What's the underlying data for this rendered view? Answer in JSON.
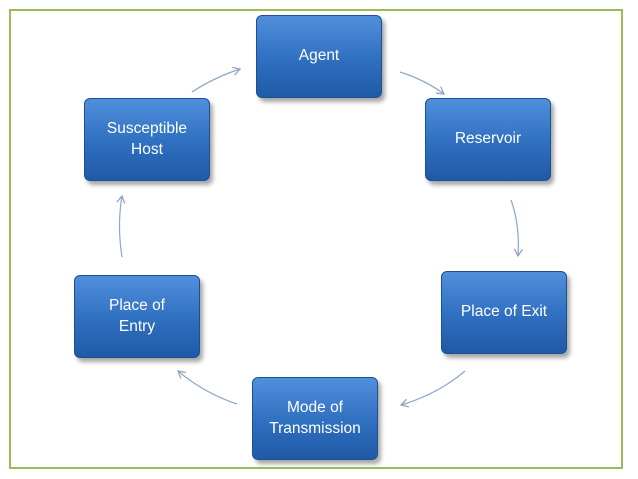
{
  "diagram": {
    "type": "cycle",
    "nodes": [
      {
        "id": "agent",
        "label": "Agent"
      },
      {
        "id": "reservoir",
        "label": "Reservoir"
      },
      {
        "id": "place-of-exit",
        "label": "Place of Exit"
      },
      {
        "id": "mode-of-transmission",
        "label": "Mode of\nTransmission"
      },
      {
        "id": "place-of-entry",
        "label": "Place of\nEntry"
      },
      {
        "id": "susceptible-host",
        "label": "Susceptible\nHost"
      }
    ],
    "edges": [
      {
        "from": "agent",
        "to": "reservoir"
      },
      {
        "from": "reservoir",
        "to": "place-of-exit"
      },
      {
        "from": "place-of-exit",
        "to": "mode-of-transmission"
      },
      {
        "from": "mode-of-transmission",
        "to": "place-of-entry"
      },
      {
        "from": "place-of-entry",
        "to": "susceptible-host"
      },
      {
        "from": "susceptible-host",
        "to": "agent"
      }
    ],
    "colors": {
      "node_fill": "#2f6fbf",
      "node_text": "#ffffff",
      "arrow": "#8ea6c6",
      "frame_border": "#9bbb59"
    }
  }
}
